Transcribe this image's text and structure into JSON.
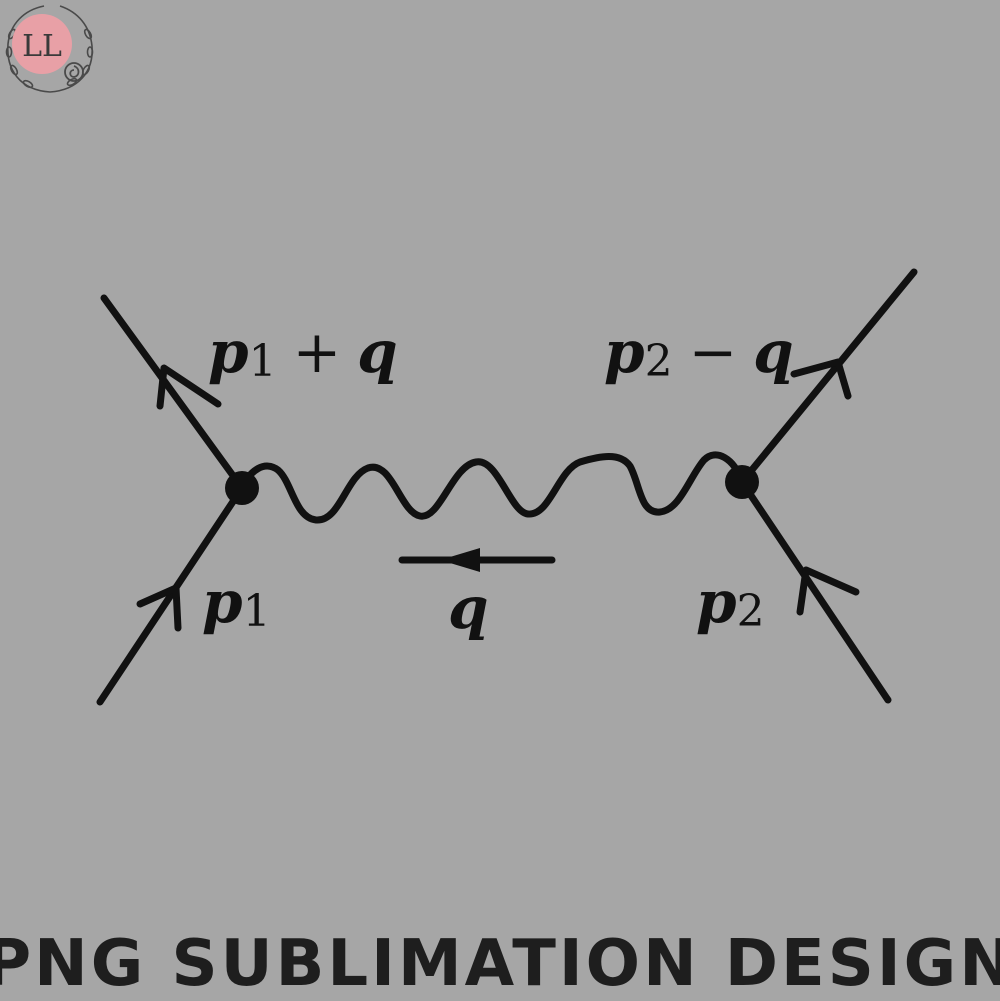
{
  "logo": {
    "text": "LL",
    "color": "#e8a0a6"
  },
  "labels": {
    "top_left": {
      "main": "p",
      "sub": "1",
      "op": "+",
      "tail": "q"
    },
    "top_right": {
      "main": "p",
      "sub": "2",
      "op": "−",
      "tail": "q"
    },
    "bottom_left": {
      "main": "p",
      "sub": "1"
    },
    "bottom_right": {
      "main": "p",
      "sub": "2"
    },
    "photon": "q"
  },
  "footer": "PNG SUBLIMATION DESIGN",
  "colors": {
    "background": "#a6a6a6",
    "ink": "#111111"
  }
}
